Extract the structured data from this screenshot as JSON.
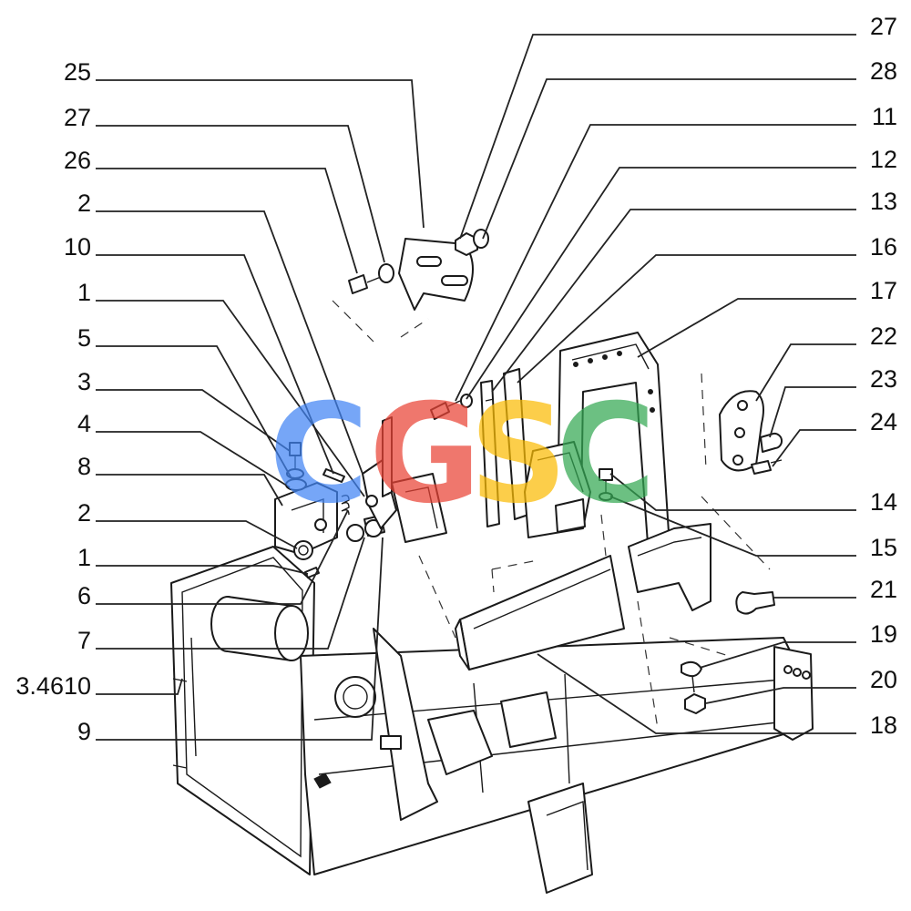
{
  "labels_left": [
    "25",
    "27",
    "26",
    "2",
    "10",
    "1",
    "5",
    "3",
    "4",
    "8",
    "2",
    "1",
    "6",
    "7",
    "3.4610",
    "9"
  ],
  "labels_right": [
    "27",
    "28",
    "11",
    "12",
    "13",
    "16",
    "17",
    "22",
    "23",
    "24",
    "14",
    "15",
    "21",
    "19",
    "20",
    "18"
  ],
  "watermark": {
    "letters": [
      "C",
      "G",
      "S",
      "C"
    ],
    "colors": [
      "#4285f4",
      "#ea4335",
      "#fbbc05",
      "#34a853"
    ]
  }
}
